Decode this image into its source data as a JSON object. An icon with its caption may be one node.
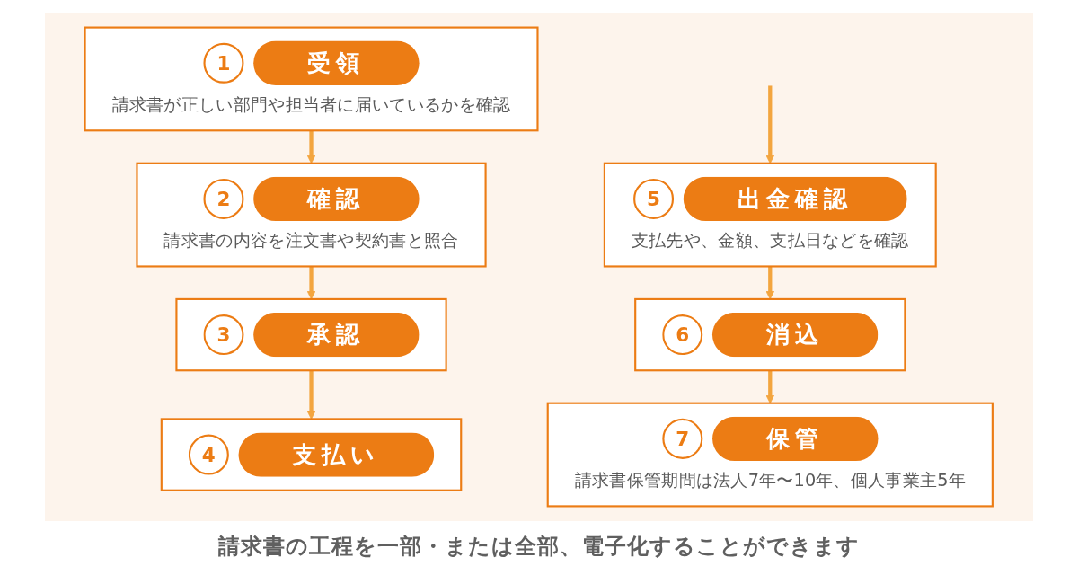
{
  "diagram": {
    "caption": "請求書の工程を一部・または全部、電子化することができます",
    "nodes": [
      {
        "text": [
          "1",
          "受領",
          "請求書が正しい部門や担当者に届いているかを確認"
        ]
      },
      {
        "text": [
          "2",
          "確認",
          "請求書の内容を注文書や契約書と照合"
        ]
      },
      {
        "text": [
          "3",
          "承認"
        ]
      },
      {
        "text": [
          "4",
          "支払い"
        ]
      },
      {
        "text": [
          "5",
          "出金確認",
          "支払先や、金額、支払日などを確認"
        ]
      },
      {
        "text": [
          "6",
          "消込"
        ]
      },
      {
        "text": [
          "7",
          "保管",
          "請求書保管期間は法人7年〜10年、個人事業主5年"
        ]
      }
    ],
    "edges": [
      {
        "from": 0,
        "to": 1,
        "arrow": "to"
      },
      {
        "from": 1,
        "to": 2,
        "arrow": "to"
      },
      {
        "from": 2,
        "to": 3,
        "arrow": "to"
      },
      {
        "from": null,
        "to": 4,
        "arrow": "to"
      },
      {
        "from": 4,
        "to": 5,
        "arrow": "to"
      },
      {
        "from": 5,
        "to": 6,
        "arrow": "to"
      }
    ]
  }
}
